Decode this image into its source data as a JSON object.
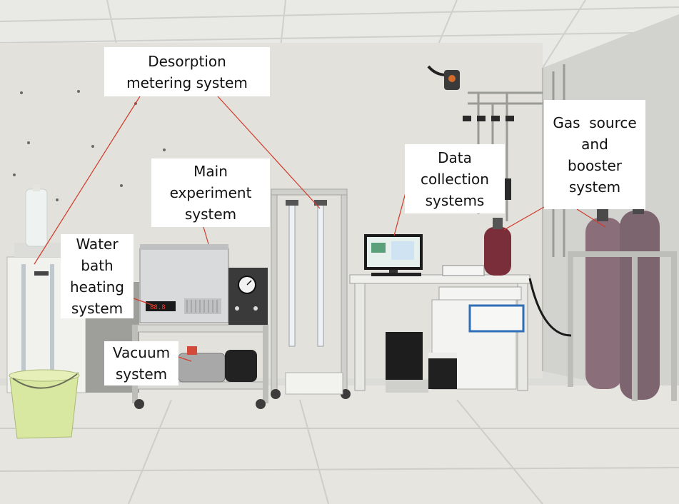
{
  "labels": {
    "desorption": [
      "Desorption",
      "metering system"
    ],
    "main_experiment": [
      "Main",
      "experiment",
      "system"
    ],
    "water_bath": [
      "Water",
      "bath",
      "heating",
      "system"
    ],
    "vacuum": [
      "Vacuum",
      "system"
    ],
    "data_collection": [
      "Data",
      "collection",
      "systems"
    ],
    "gas_source": [
      "Gas  source",
      "and",
      "booster",
      "system"
    ]
  },
  "instrument_display": {
    "readout": "88.8"
  },
  "colors": {
    "leader_line": "#d23a2a",
    "label_bg": "#ffffff",
    "gas_cylinder": "#8a6f7a",
    "small_cylinder": "#7a2e3a",
    "bucket": "#d8e8a0"
  }
}
